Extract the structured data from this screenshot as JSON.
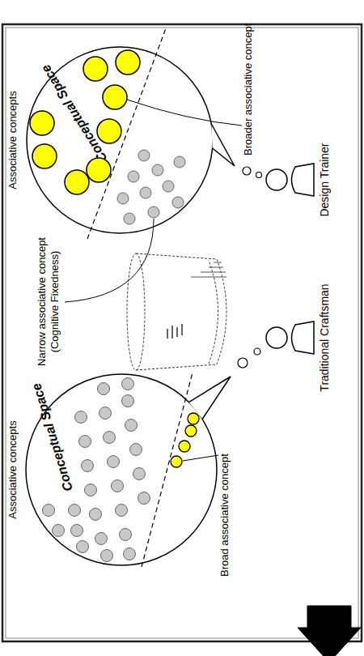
{
  "diagram": {
    "nodes": [
      {
        "text": [
          "Associative concepts",
          "Conceptual Space"
        ]
      },
      {
        "text": [
          "Associative concepts",
          "Conceptual Space"
        ]
      }
    ],
    "labels": [
      "Broad associative concept",
      "Narrow associative concept (Cognitive Fixedness)",
      "Traditional Craftsman",
      "Broader associative concept",
      "Design Trainer"
    ]
  }
}
